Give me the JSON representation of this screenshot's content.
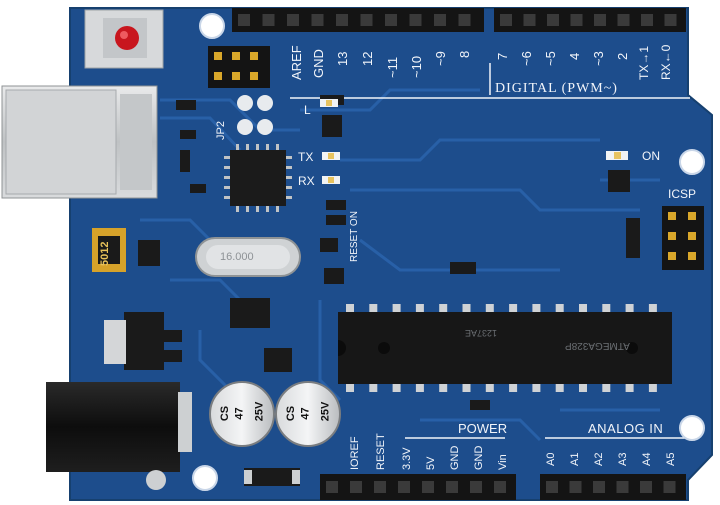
{
  "board": {
    "pcb_color": "#1d4d8c",
    "trace_color": "#2a63ab",
    "silk_color": "#f2f5fa",
    "header_color": "#141414"
  },
  "labels": {
    "aref": "AREF",
    "gnd_top": "GND",
    "digital_pins": [
      "13",
      "12",
      "~11",
      "~10",
      "~9",
      "8",
      "7",
      "~6",
      "~5",
      "4",
      "~3",
      "2",
      "TX→1",
      "RX←0"
    ],
    "digital_title": "DIGITAL (PWM~)",
    "l": "L",
    "tx": "TX",
    "rx": "RX",
    "on": "ON",
    "icsp": "ICSP",
    "jp2": "JP2",
    "reset_on": "RESET ON",
    "crystal": "16.000",
    "regulator": "5012",
    "power_title": "POWER",
    "analog_title": "ANALOG IN",
    "power_pins": [
      "IOREF",
      "RESET",
      "3.3V",
      "5V",
      "GND",
      "GND",
      "Vin"
    ],
    "analog_pins": [
      "A0",
      "A1",
      "A2",
      "A3",
      "A4",
      "A5"
    ],
    "chip_text": "ATMEGA328P",
    "chip_text2": "1237AE",
    "cap1": [
      "CS",
      "47",
      "25V"
    ],
    "cap2": [
      "CS",
      "47",
      "25V"
    ]
  }
}
